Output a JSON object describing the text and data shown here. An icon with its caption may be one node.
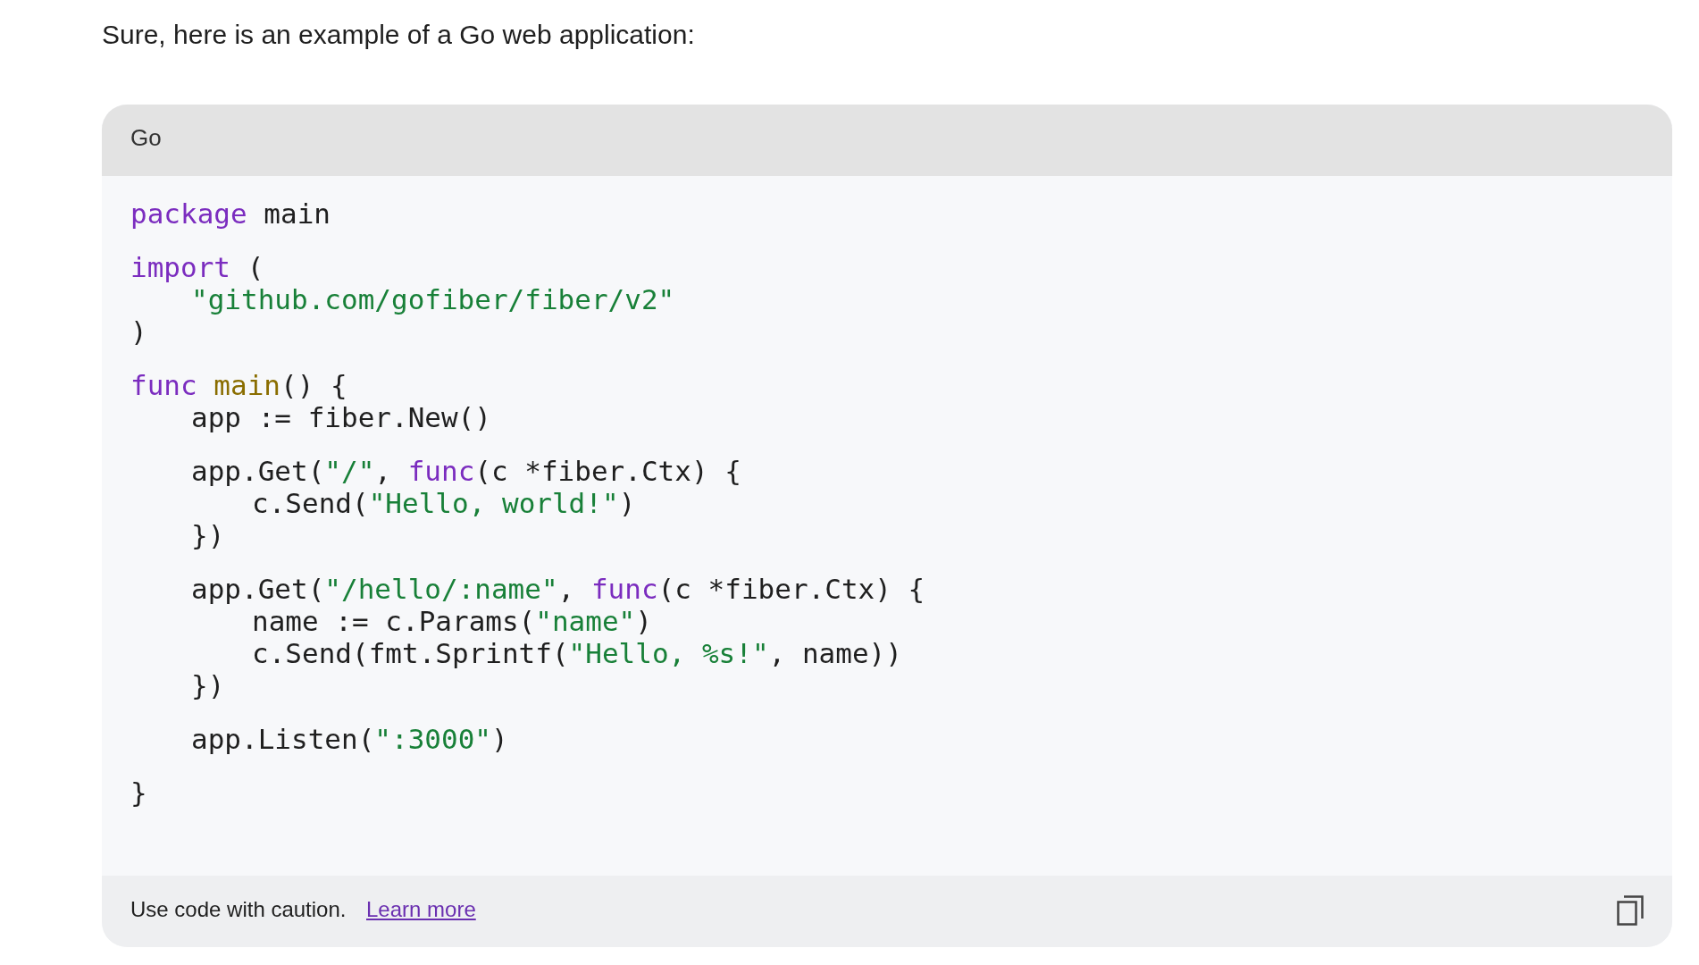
{
  "diagram": {
    "labels": [
      "Sure, here is an example of a Go web application:",
      "Go",
      "package main",
      "import (",
      "\"github.com/gofiber/fiber/v2\"",
      ")",
      "func main() {",
      "app := fiber.New()",
      "app.Get(\"/\", func(c *fiber.Ctx) {",
      "c.Send(\"Hello, world!\")",
      "})",
      "app.Get(\"/hello/:name\", func(c *fiber.Ctx) {",
      "name := c.Params(\"name\")",
      "c.Send(fmt.Sprintf(\"Hello, %s!\", name))",
      "})",
      "app.Listen(\":3000\")",
      "}",
      "Use code with caution.",
      "Learn more"
    ]
  }
}
